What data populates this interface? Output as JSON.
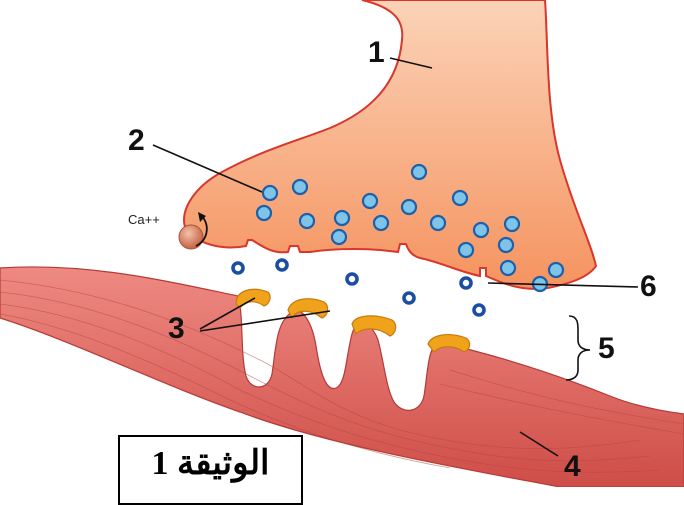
{
  "figure": {
    "labels": [
      "1",
      "2",
      "3",
      "4",
      "5",
      "6"
    ],
    "ion_label": "Ca++",
    "document_label": "الوثيقة 1"
  },
  "colors": {
    "terminal_fill": "#f7a57a",
    "membrane_line": "#d9362c",
    "muscle_fill": "#e46a62",
    "vesicle_fill": "#7ec4ea",
    "vesicle_border": "#1d5fa8",
    "receptor_fill": "#f0a21a",
    "free_transmitter": "#1b4ea0"
  }
}
